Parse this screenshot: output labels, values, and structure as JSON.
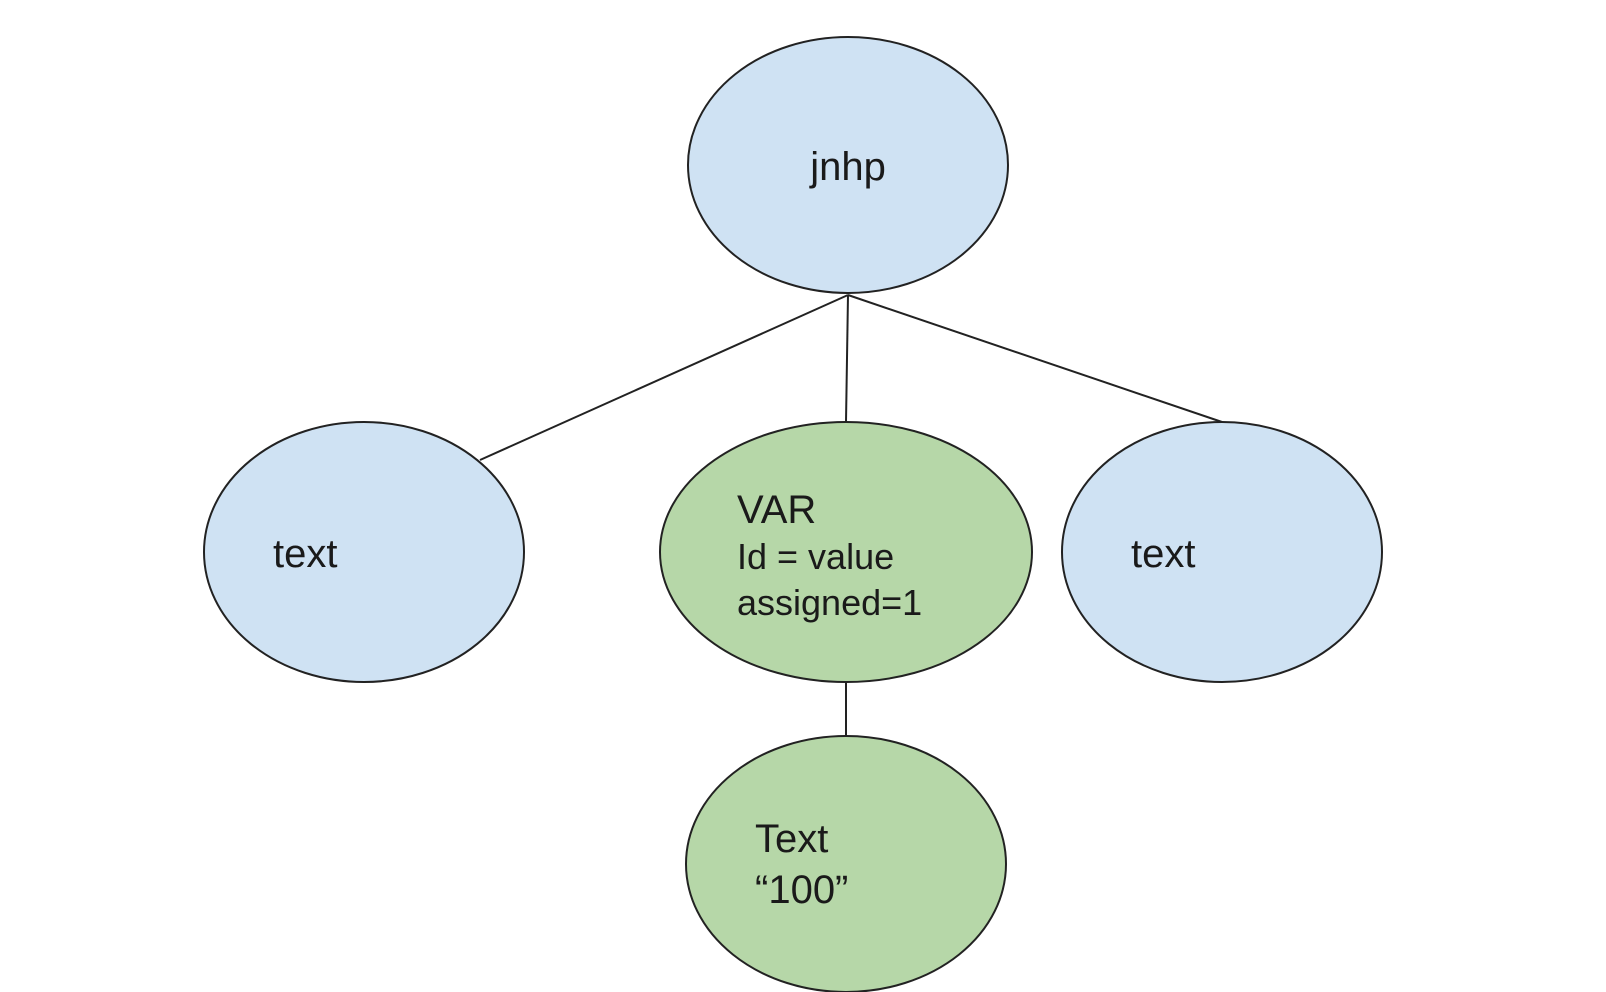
{
  "colors": {
    "blue_fill": "#cfe2f3",
    "green_fill": "#b6d7a8",
    "stroke": "#222222"
  },
  "nodes": {
    "root": {
      "label": "jnhp"
    },
    "left": {
      "label": "text"
    },
    "center": {
      "line1": "VAR",
      "line2": "Id = value",
      "line3": "assigned=1"
    },
    "right": {
      "label": "text"
    },
    "child": {
      "line1": "Text",
      "line2": "“100”"
    }
  }
}
